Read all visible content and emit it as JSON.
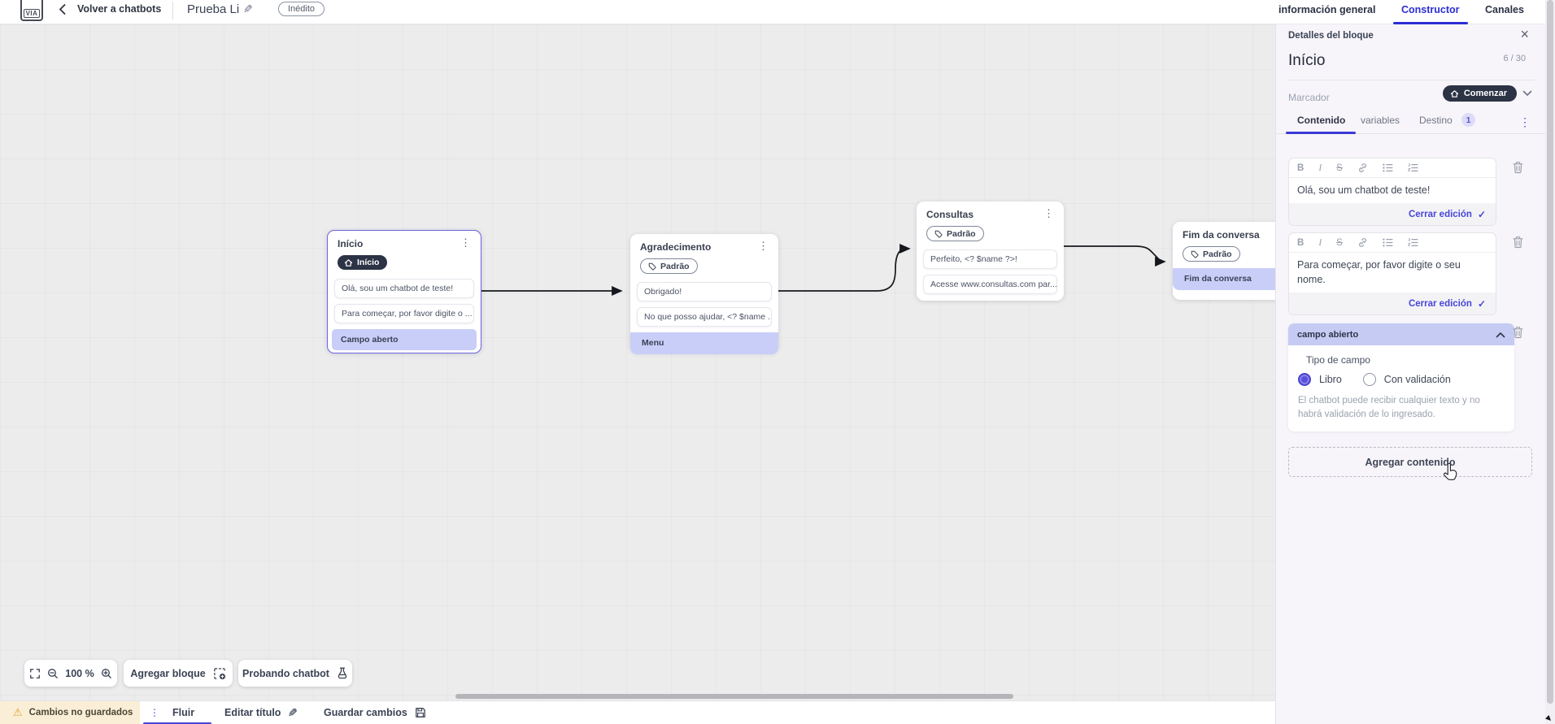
{
  "topbar": {
    "logo_text": "VIA",
    "back_label": "Volver a chatbots",
    "doc_title": "Prueba Li",
    "status_badge": "Inédito",
    "nav_tabs": [
      {
        "label": "información general"
      },
      {
        "label": "Constructor"
      },
      {
        "label": "Canales"
      }
    ]
  },
  "canvas": {
    "zoom_level": "100 %",
    "add_block_label": "Agregar bloque",
    "test_chatbot_label": "Probando chatbot",
    "blocks": [
      {
        "title": "Início",
        "badge": "Início",
        "cards": [
          "Olá, sou um chatbot de teste!",
          "Para começar, por favor digite o ...",
          "Campo aberto"
        ]
      },
      {
        "title": "Agradecimento",
        "badge": "Padrão",
        "cards": [
          "Obrigado!",
          "No que posso ajudar, <? $name ...",
          "Menu"
        ]
      },
      {
        "title": "Consultas",
        "badge": "Padrão",
        "cards": [
          "Perfeito, <? $name ?>!",
          "Acesse www.consultas.com par..."
        ]
      },
      {
        "title": "Fim da conversa",
        "badge": "Padrão",
        "cards": [
          "Fim da conversa"
        ]
      }
    ]
  },
  "panel": {
    "header": "Detalles del bloque",
    "block_title": "Início",
    "title_counter": "6 / 30",
    "marker_label": "Marcador",
    "marker_value": "Comenzar",
    "tabs": [
      {
        "label": "Contenido"
      },
      {
        "label": "variables"
      },
      {
        "label": "Destino",
        "badge": "1"
      }
    ],
    "toolbar_icons": {
      "bold": "B",
      "italic": "I",
      "strike": "S"
    },
    "editors": [
      {
        "text": "Olá, sou um chatbot de teste!",
        "close_label": "Cerrar edición"
      },
      {
        "text": "Para começar, por favor digite o seu nome.",
        "close_label": "Cerrar edición"
      }
    ],
    "open_field": {
      "header": "campo abierto",
      "type_label": "Tipo de campo",
      "option_free": "Libro",
      "option_validated": "Con validación",
      "selected_option": "Libro",
      "help_text": "El chatbot puede recibir cualquier texto y no habrá validación de lo ingresado."
    },
    "add_content_label": "Agregar contenido"
  },
  "statusbar": {
    "unsaved_label": "Cambios no guardados",
    "flow_tab": "Fluir",
    "edit_title_label": "Editar título",
    "save_label": "Guardar cambios"
  },
  "colors": {
    "accent": "#4845d8",
    "active_tab_blue": "#2d2dd4",
    "selected_block_border": "#6c63e0",
    "dark_badge": "#2c3345",
    "purple_card": "#c8cef7",
    "field_header_purple": "#c5cbf3",
    "warning_bg": "#faeed6"
  }
}
